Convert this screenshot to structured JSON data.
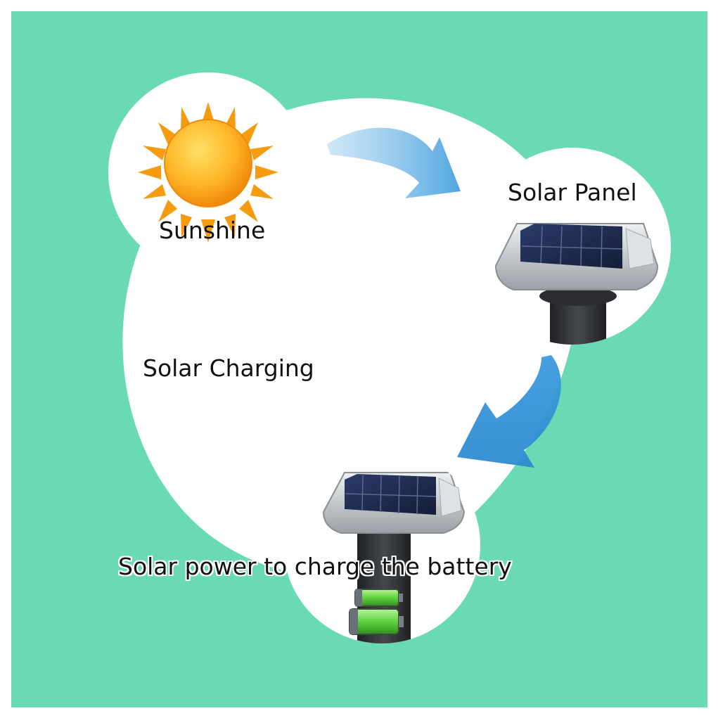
{
  "labels": {
    "sunshine": "Sunshine",
    "solar_panel": "Solar Panel",
    "solar_charging": "Solar Charging",
    "battery_caption": "Solar power to charge the battery"
  },
  "colors": {
    "background": "#6adab5",
    "blob": "#ffffff",
    "sun": "#f7a823",
    "arrow": "#4aa3e0",
    "panel_cells": "#1e2a4e",
    "panel_frame": "#c9ccd0",
    "post": "#2b2d31",
    "battery_green": "#5fd13e"
  },
  "icons": [
    "sun-icon",
    "solar-light-icon",
    "curved-arrow-icon",
    "battery-icon"
  ]
}
